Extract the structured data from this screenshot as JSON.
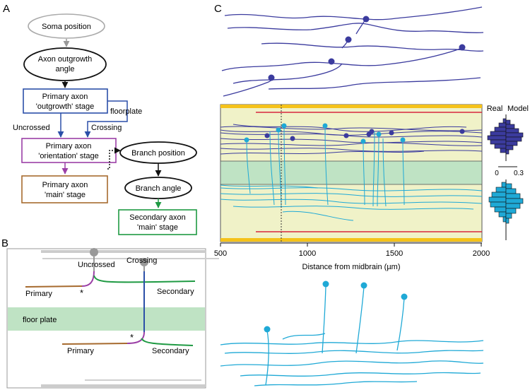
{
  "panels": {
    "a": "A",
    "b": "B",
    "c": "C"
  },
  "flowchart": {
    "soma": "Soma position",
    "axon_angle": [
      "Axon outgrowth",
      "angle"
    ],
    "outgrowth_stage": [
      "Primary axon",
      "'outgrowth' stage"
    ],
    "floorplate": "floorplate",
    "uncrossed": "Uncrossed",
    "crossing": "Crossing",
    "orientation_stage": [
      "Primary axon",
      "'orientation' stage"
    ],
    "main_stage": [
      "Primary axon",
      "'main' stage"
    ],
    "branch_position": "Branch position",
    "branch_angle": "Branch angle",
    "secondary_stage": [
      "Secondary axon",
      "'main' stage"
    ]
  },
  "schematic": {
    "uncrossed": "Uncrossed",
    "crossing": "Crossing",
    "primary_top": "Primary",
    "secondary_top": "Secondary",
    "floor_plate": "floor plate",
    "primary_bottom": "Primary",
    "secondary_bottom": "Secondary",
    "asterisk": "*"
  },
  "colors": {
    "soma": "#999999",
    "outgrowth": "#2b4fa8",
    "orientation": "#9b3fa6",
    "main": "#a66a2e",
    "secondary": "#1f9a43",
    "floorplate": "#bfe3c4",
    "uncrossed_axon": "#3b3b9e",
    "crossing_axon": "#1fa9d6",
    "background_band": "#f0f2c8",
    "band_edge": "#f5c21a",
    "red_line": "#d7263d"
  },
  "plot": {
    "xaxis_label": "Distance from midbrain (µm)",
    "ticks": [
      "500",
      "1000",
      "1500",
      "2000"
    ],
    "hist_real": "Real",
    "hist_model": "Model",
    "hist_scale_min": "0",
    "hist_scale_max": "0.3"
  }
}
